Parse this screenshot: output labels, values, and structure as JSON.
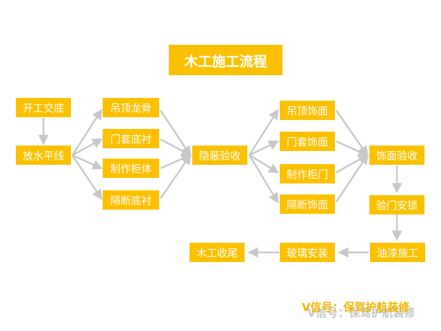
{
  "title": "木工施工流程",
  "nodes": {
    "start_handover": "开工交底",
    "level_line": "放水平线",
    "ceiling_keel": "吊顶龙骨",
    "door_frame_base": "门套底衬",
    "cabinet_body": "制作柜体",
    "partition_base": "隔断底衬",
    "concealed_inspection": "隐蔽验收",
    "ceiling_finish": "吊顶饰面",
    "door_frame_finish": "门套饰面",
    "cabinet_door": "制作柜门",
    "partition_finish": "隔断饰面",
    "finish_inspection": "饰面验收",
    "door_lock_install": "验门安锁",
    "paint_work": "油漆施工",
    "glass_install": "玻璃安装",
    "carpentry_close": "木工收尾"
  },
  "watermark": {
    "primary": "V信号：保驾护航装修",
    "secondary": "V信号：保驾护航装修"
  },
  "colors": {
    "box": "#fbc100",
    "text": "#ffffff",
    "arrow": "#c8c8c8",
    "watermark_primary": "#f2b600",
    "watermark_secondary": "#b8b8b8"
  }
}
